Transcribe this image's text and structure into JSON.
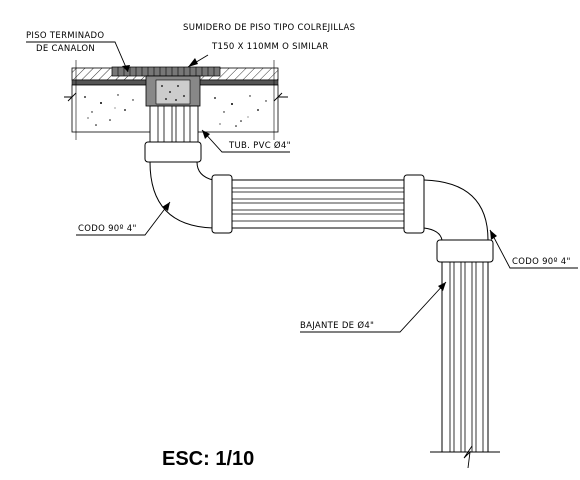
{
  "labels": {
    "piso_terminado_line1": "PISO TERMINADO",
    "piso_terminado_line2": "DE CANALON",
    "sumidero_line1": "SUMIDERO DE PISO TIPO COLREJILLAS",
    "sumidero_line2": "T150 X 110MM O SIMILAR",
    "tub_pvc": "TUB. PVC Ø4\"",
    "codo_left": "CODO 90º 4\"",
    "codo_right": "CODO 90º 4\"",
    "bajante": "BAJANTE DE  Ø4\"",
    "scale": "ESC: 1/10"
  }
}
